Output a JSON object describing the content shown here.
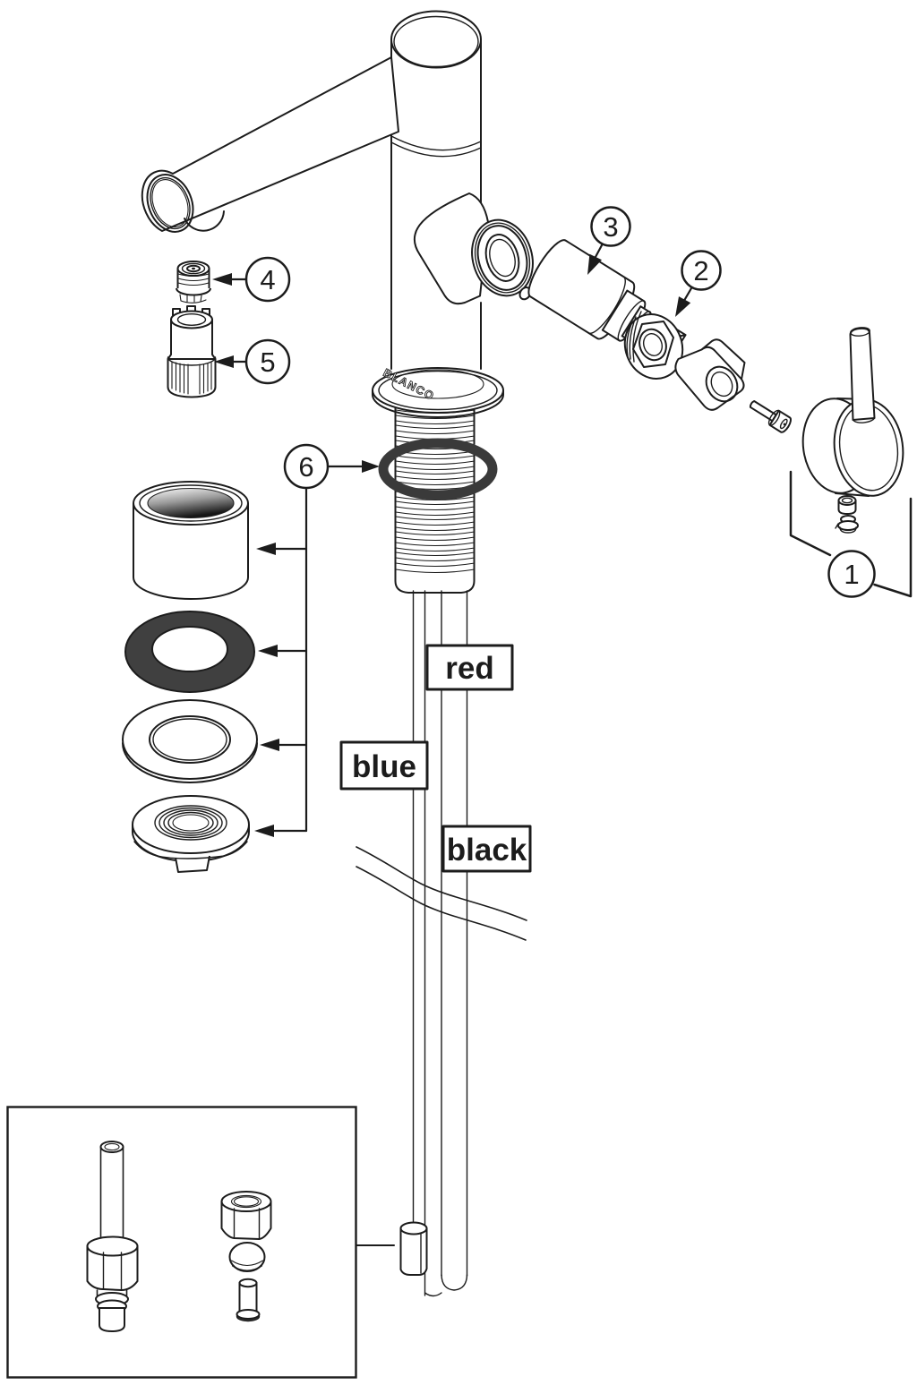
{
  "diagram": {
    "kind": "exploded-parts-diagram",
    "product_brand": "BLANCO",
    "colors": {
      "line": "#1c1c1c",
      "oring": "#3a3a3a",
      "washer": "#404040",
      "bg": "#ffffff"
    },
    "callouts": [
      {
        "number": "1"
      },
      {
        "number": "2"
      },
      {
        "number": "3"
      },
      {
        "number": "4"
      },
      {
        "number": "5"
      },
      {
        "number": "6"
      }
    ],
    "hose_labels": [
      {
        "text": "red"
      },
      {
        "text": "blue"
      },
      {
        "text": "black"
      }
    ]
  }
}
